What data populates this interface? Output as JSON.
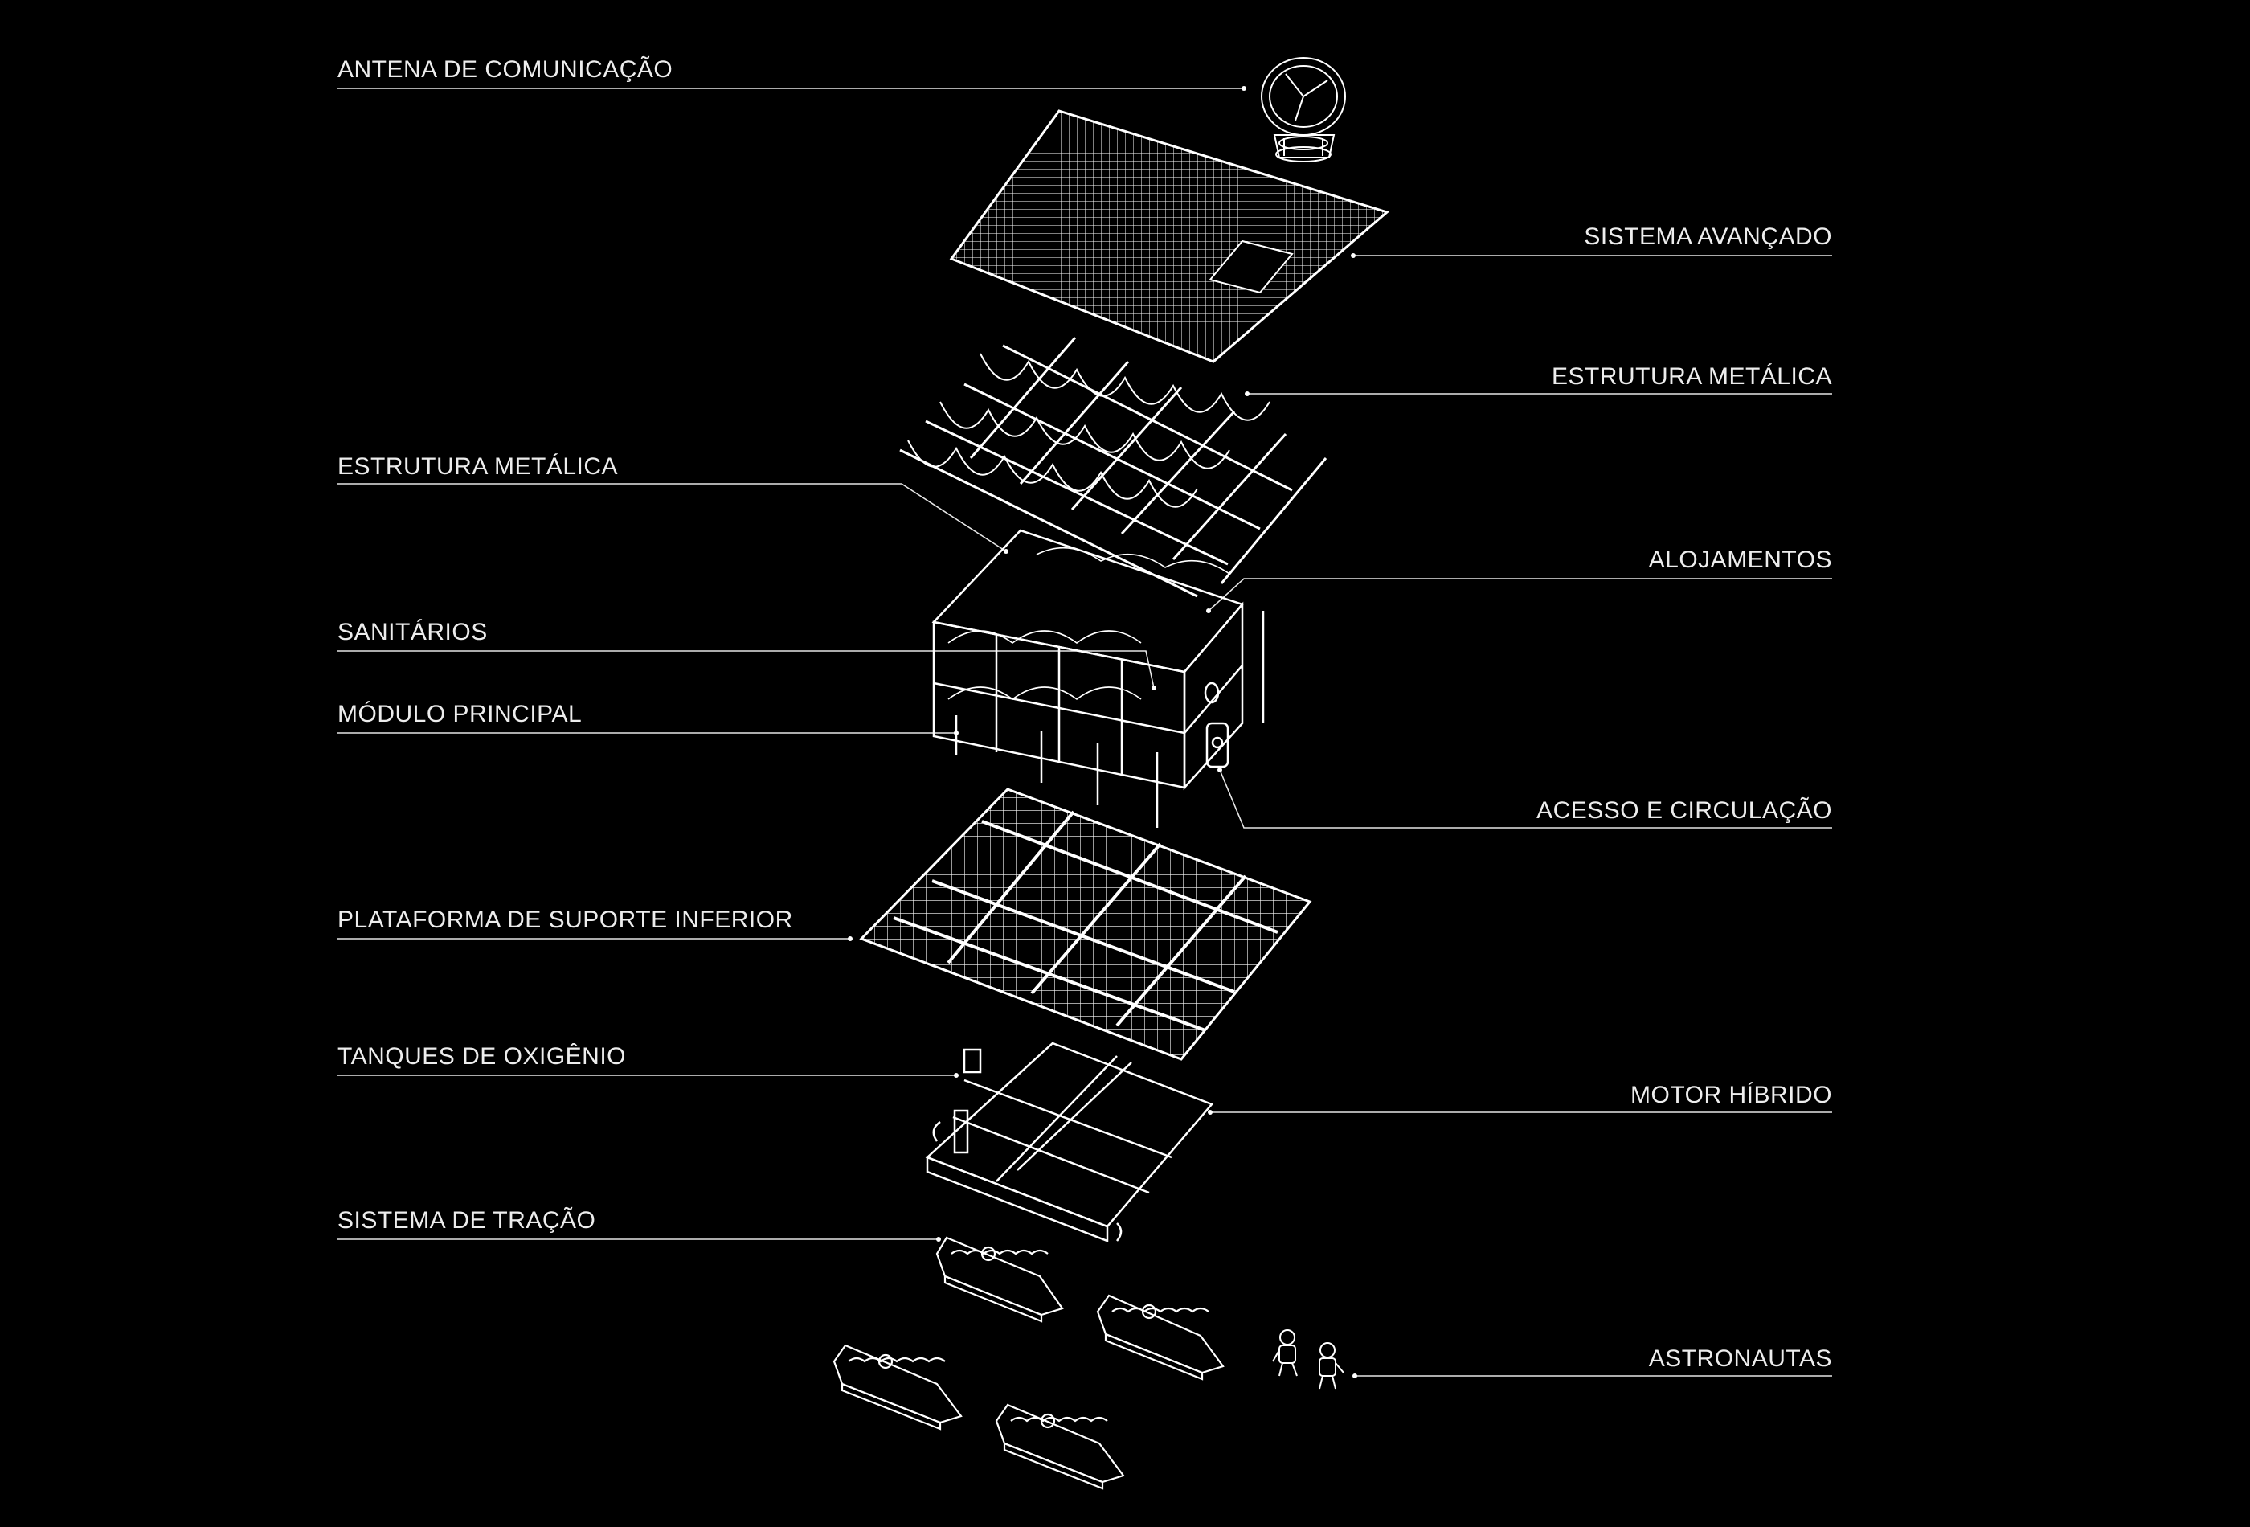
{
  "diagram": {
    "labels": {
      "antena": "ANTENA DE COMUNICAÇÃO",
      "sistema_avancado": "SISTEMA AVANÇADO",
      "estrutura_metalica_right": "ESTRUTURA METÁLICA",
      "estrutura_metalica_left": "ESTRUTURA METÁLICA",
      "alojamentos": "ALOJAMENTOS",
      "sanitarios": "SANITÁRIOS",
      "modulo_principal": "MÓDULO PRINCIPAL",
      "acesso_circulacao": "ACESSO E CIRCULAÇÃO",
      "plataforma": "PLATAFORMA DE SUPORTE INFERIOR",
      "tanques": "TANQUES DE OXIGÊNIO",
      "motor": "MOTOR HÍBRIDO",
      "sistema_tracao": "SISTEMA DE TRAÇÃO",
      "astronautas": "ASTRONAUTAS"
    },
    "colors": {
      "background": "#000000",
      "line": "#ffffff",
      "text": "#ededed"
    }
  }
}
